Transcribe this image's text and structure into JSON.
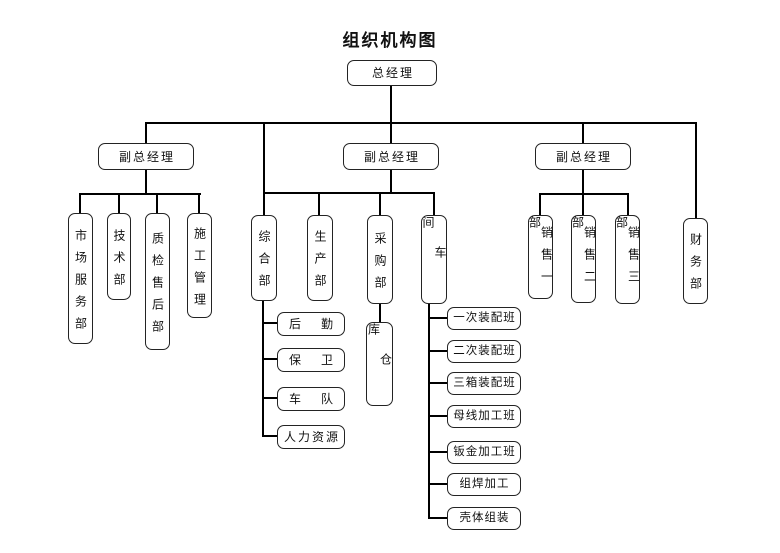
{
  "title": "组织机构图",
  "root": {
    "label": "总经理"
  },
  "deputies": [
    {
      "label": "副总经理"
    },
    {
      "label": "副总经理"
    },
    {
      "label": "副总经理"
    }
  ],
  "departments": {
    "market": "市场服务部",
    "tech": "技术部",
    "qc": "质检售后部",
    "construction": "施工管理",
    "general": "综合部",
    "production": "生产部",
    "purchasing": "采购部",
    "workshop": "车间",
    "sales1": "销售一部",
    "sales2": "销售二部",
    "sales3": "销售三部",
    "finance": "财务部"
  },
  "general_sub": [
    "后勤",
    "保卫",
    "车队",
    "人力资源"
  ],
  "purchasing_sub": [
    "仓库"
  ],
  "workshop_sub": [
    "一次装配班",
    "二次装配班",
    "三箱装配班",
    "母线加工班",
    "钣金加工班",
    "组焊加工",
    "壳体组装"
  ],
  "colors": {
    "line": "#000000",
    "box_border": "#232323",
    "background": "#ffffff"
  }
}
